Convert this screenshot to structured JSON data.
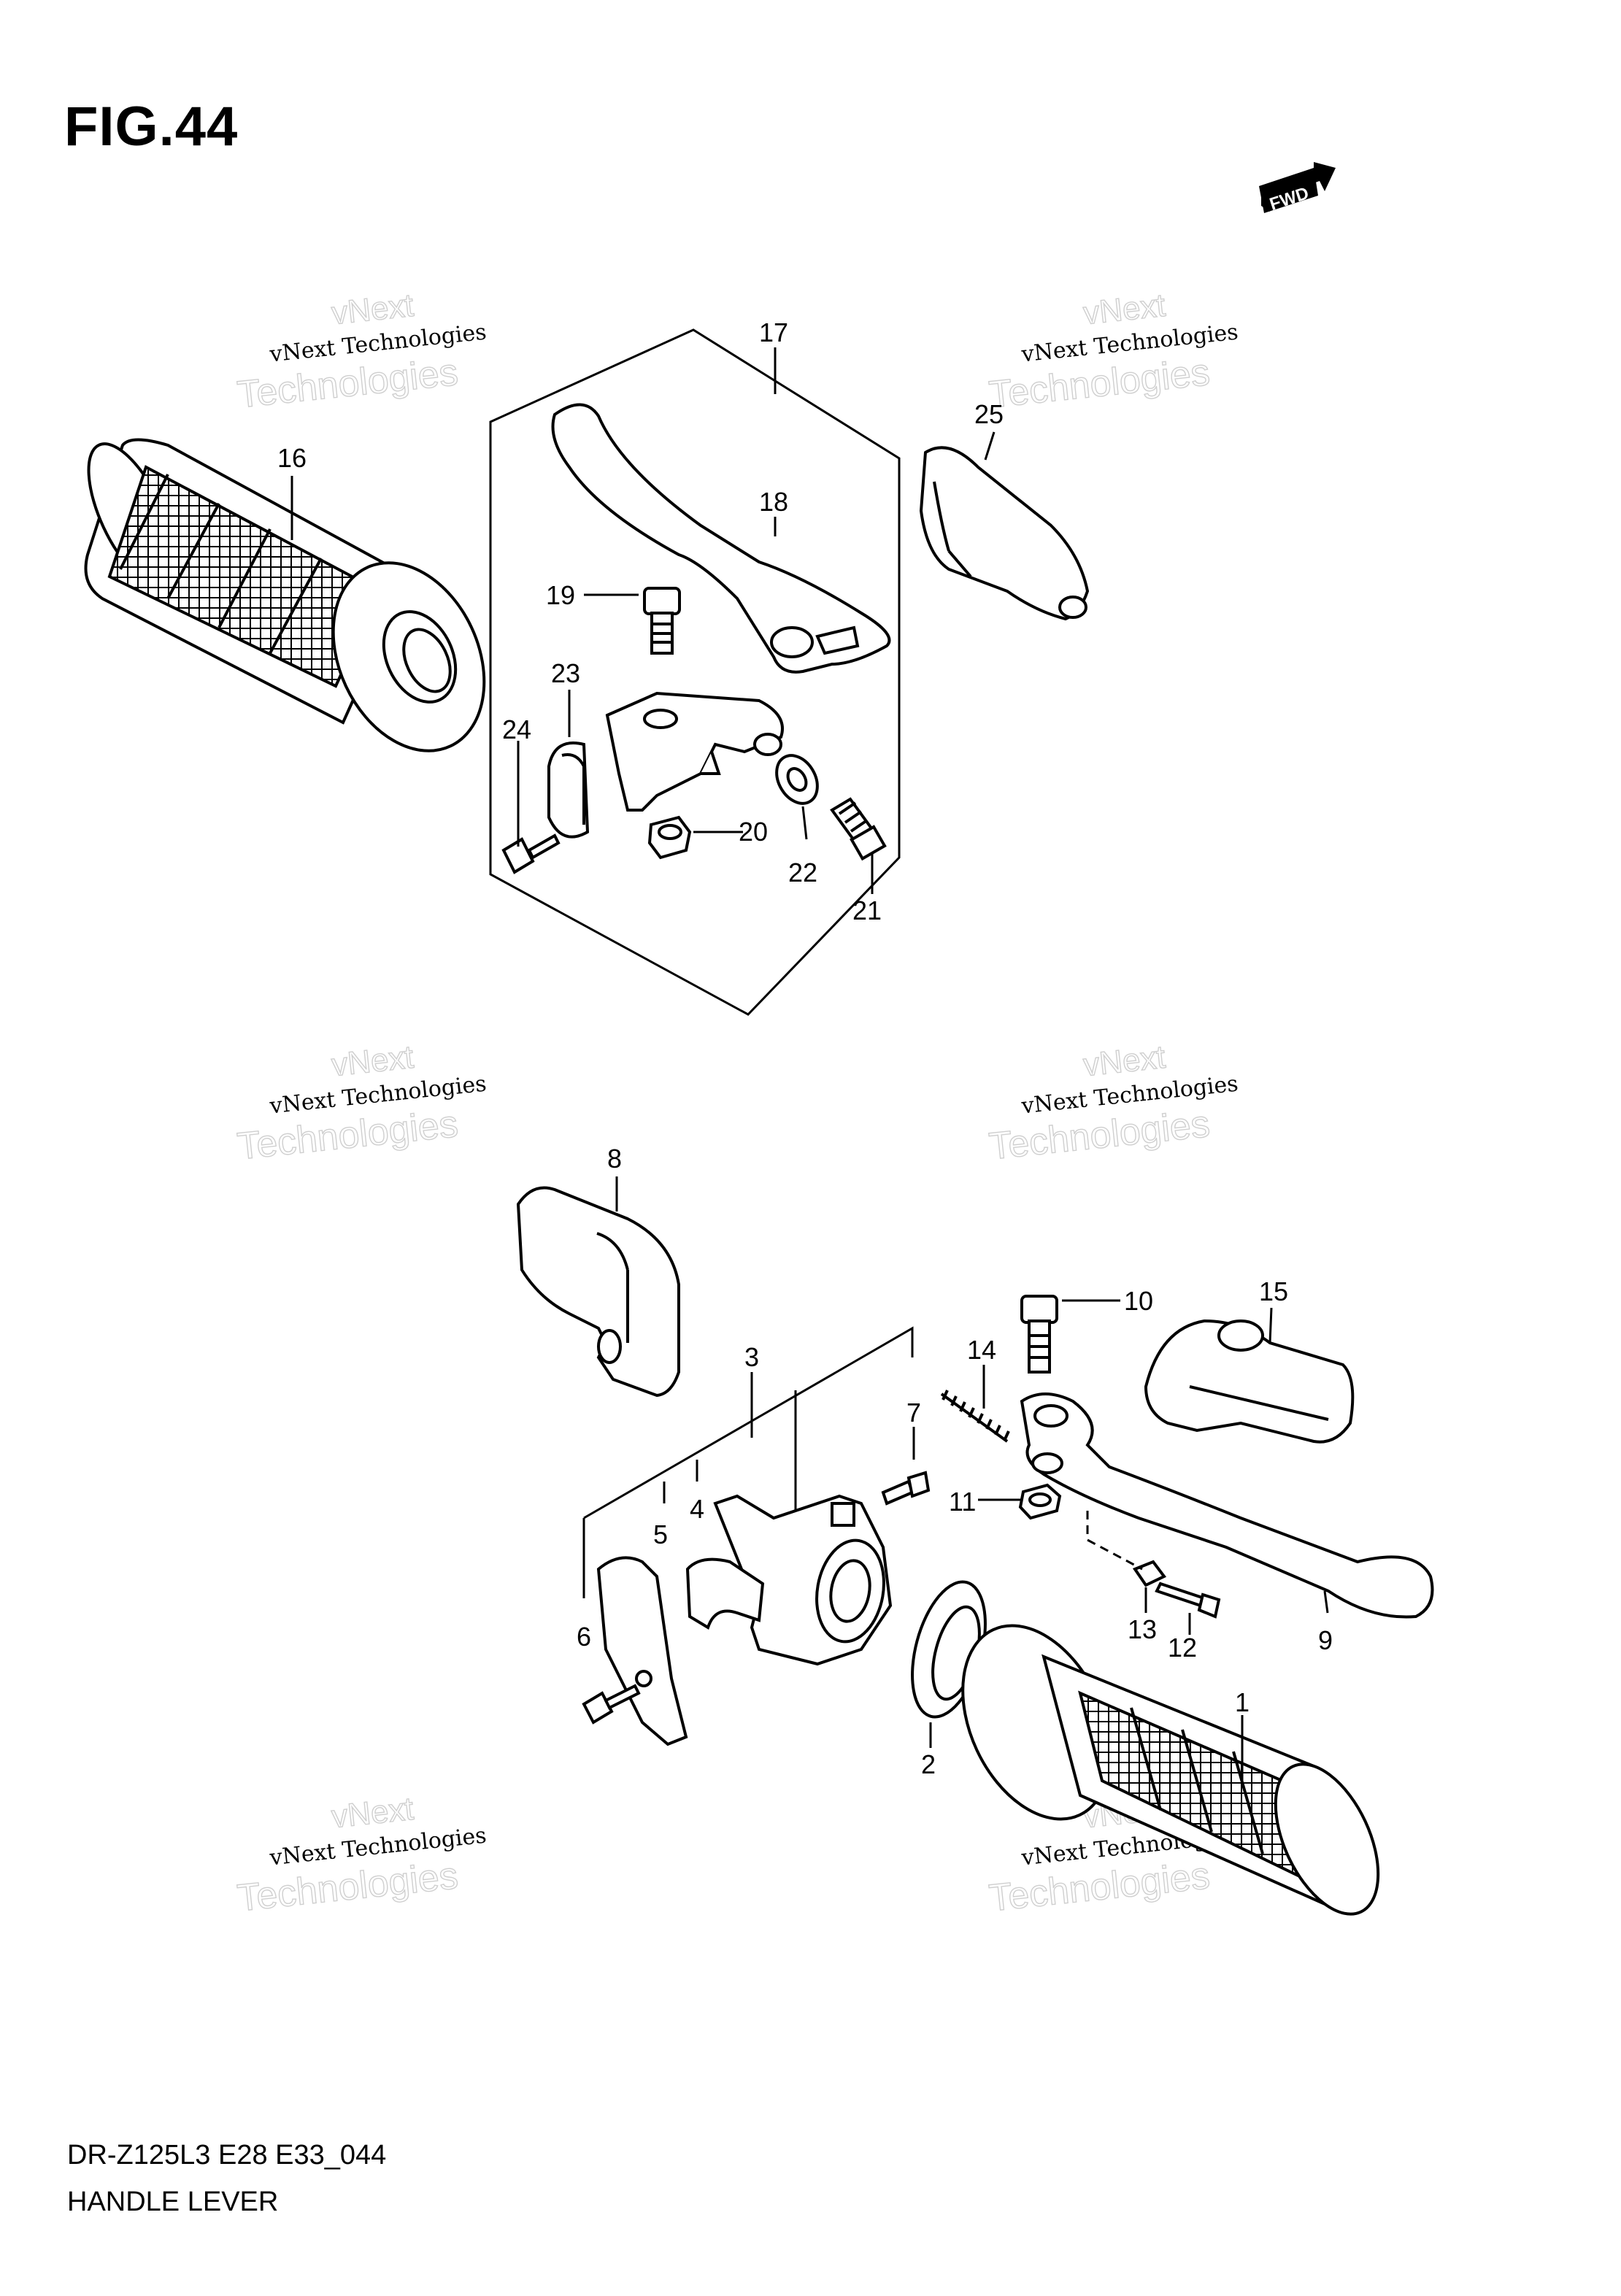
{
  "figure": {
    "title": "FIG.44",
    "model_code": "DR-Z125L3 E28 E33_044",
    "assembly_name": "HANDLE LEVER",
    "direction_badge": "FWD"
  },
  "watermark": {
    "line_top": "vNext",
    "line_mid": "vNext Technologies",
    "line_big": "Technologies"
  },
  "callouts": {
    "c1": "1",
    "c2": "2",
    "c3": "3",
    "c4": "4",
    "c5": "5",
    "c6": "6",
    "c7": "7",
    "c8": "8",
    "c9": "9",
    "c10": "10",
    "c11": "11",
    "c12": "12",
    "c13": "13",
    "c14": "14",
    "c15": "15",
    "c16": "16",
    "c17": "17",
    "c18": "18",
    "c19": "19",
    "c20": "20",
    "c21": "21",
    "c22": "22",
    "c23": "23",
    "c24": "24",
    "c25": "25"
  }
}
